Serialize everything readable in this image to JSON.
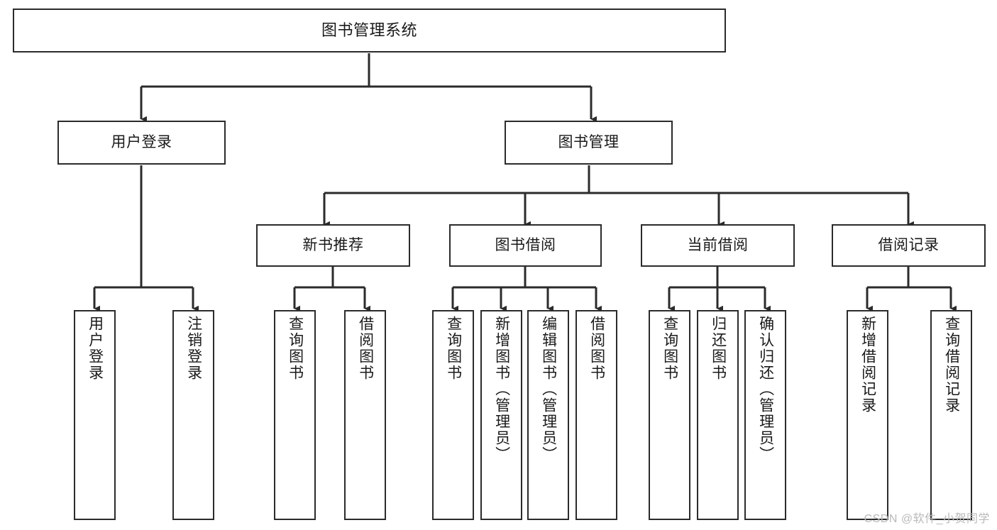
{
  "diagram": {
    "title": "图书管理系统",
    "type": "tree-hierarchy-chart",
    "watermark": "CSDN @软件_小贺同学",
    "colors": {
      "border": "#2b2b2b",
      "background": "#ffffff",
      "text": "#1a1a1a",
      "edge": "#2b2b2b",
      "watermark": "#b9b9b9"
    }
  },
  "nodes": {
    "root": {
      "label": "图书管理系统"
    },
    "level2": [
      {
        "id": "user-login",
        "label": "用户登录"
      },
      {
        "id": "book-manage",
        "label": "图书管理"
      }
    ],
    "level3": [
      {
        "id": "new-book-recommend",
        "label": "新书推荐"
      },
      {
        "id": "book-borrow",
        "label": "图书借阅"
      },
      {
        "id": "current-borrow",
        "label": "当前借阅"
      },
      {
        "id": "borrow-record",
        "label": "借阅记录"
      }
    ],
    "leaves": {
      "user_login": [
        {
          "id": "leaf-user-login",
          "label": "用户登录"
        },
        {
          "id": "leaf-logout-login",
          "label": "注销登录"
        }
      ],
      "new_book_recommend": [
        {
          "id": "leaf-query-book-1",
          "label": "查询图书"
        },
        {
          "id": "leaf-borrow-book-1",
          "label": "借阅图书"
        }
      ],
      "book_borrow": [
        {
          "id": "leaf-query-book-2",
          "label": "查询图书"
        },
        {
          "id": "leaf-add-book",
          "label": "新增图书（管理员）"
        },
        {
          "id": "leaf-edit-book",
          "label": "编辑图书（管理员）"
        },
        {
          "id": "leaf-borrow-book-2",
          "label": "借阅图书"
        }
      ],
      "current_borrow": [
        {
          "id": "leaf-query-book-3",
          "label": "查询图书"
        },
        {
          "id": "leaf-return-book",
          "label": "归还图书"
        },
        {
          "id": "leaf-confirm-return",
          "label": "确认归还（管理员）"
        }
      ],
      "borrow_record": [
        {
          "id": "leaf-add-record",
          "label": "新增借阅记录"
        },
        {
          "id": "leaf-query-record",
          "label": "查询借阅记录"
        }
      ]
    }
  }
}
